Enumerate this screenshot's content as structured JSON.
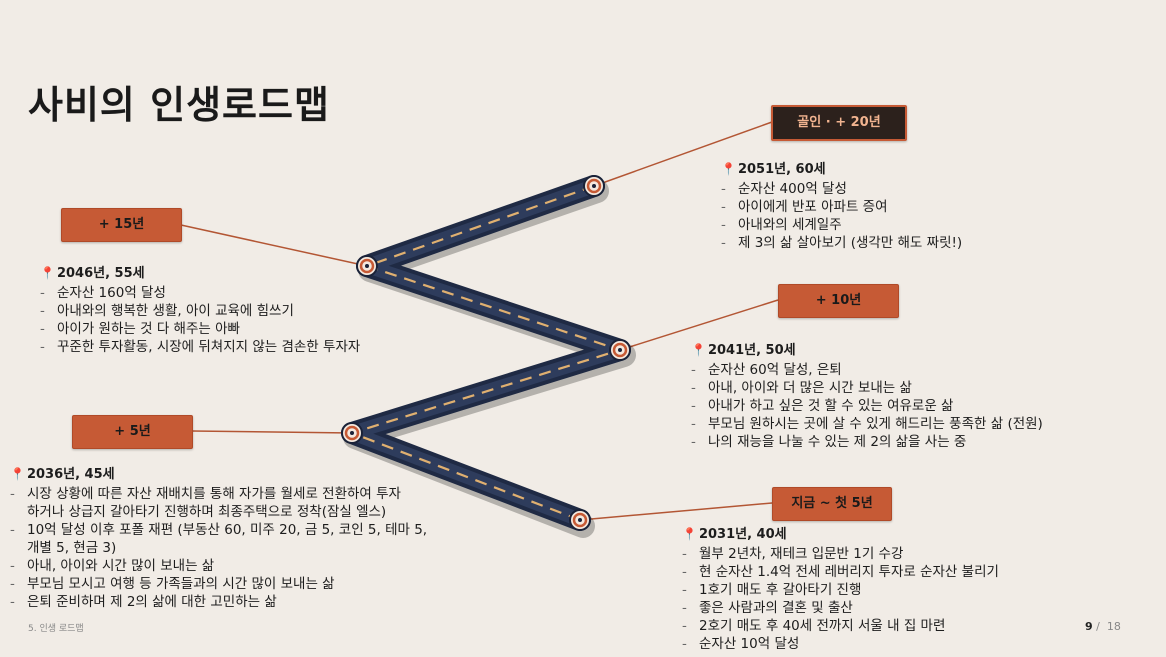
{
  "title": "사비의 인생로드맵",
  "footer": {
    "section": "5. 인생 로드맵",
    "page": "9",
    "sep": "/",
    "total": "18"
  },
  "colors": {
    "accent": "#c65a35",
    "road": "#1f2a44",
    "dash": "#e0b070",
    "background": "#f1ece6"
  },
  "milestones": [
    {
      "tag": "지금 ~ 첫 5년",
      "header": "2031년, 40세",
      "items": [
        "월부 2년차, 재테크 입문반 1기 수강",
        "현 순자산 1.4억 전세 레버리지 투자로 순자산 불리기",
        " 1호기 매도 후 갈아타기 진행",
        "좋은 사람과의 결혼 및 출산",
        "2호기 매도 후 40세 전까지 서울 내 집 마련",
        "순자산 10억 달성"
      ]
    },
    {
      "tag": "+ 5년",
      "header": "2036년, 45세",
      "items": [
        "시장 상황에 따른 자산 재배치를 통해 자가를 월세로 전환하여 투자",
        "하거나 상급지 갈아타기 진행하며 최종주택으로 정착(잠실 엘스)",
        "10억 달성 이후 포폴 재편 (부동산 60, 미주 20, 금 5, 코인 5, 테마 5,",
        "개별 5, 현금 3)",
        "아내, 아이와 시간 많이 보내는 삶",
        "부모님 모시고 여행 등 가족들과의 시간 많이 보내는 삶",
        "은퇴 준비하며 제 2의 삶에 대한 고민하는 삶"
      ]
    },
    {
      "tag": "+ 10년",
      "header": "2041년, 50세",
      "items": [
        "순자산 60억 달성, 은퇴",
        "아내, 아이와 더 많은 시간 보내는 삶",
        "아내가 하고 싶은 것 할 수 있는 여유로운 삶",
        "부모님 원하시는 곳에 살 수 있게 해드리는 풍족한 삶 (전원)",
        "나의 재능을 나눌 수 있는 제 2의 삶을 사는 중"
      ]
    },
    {
      "tag": "+ 15년",
      "header": "2046년, 55세",
      "items": [
        "순자산 160억 달성",
        "아내와의 행복한 생활, 아이 교육에 힘쓰기",
        "아이가 원하는 것 다 해주는 아빠",
        "꾸준한 투자활동, 시장에 뒤쳐지지 않는 겸손한 투자자"
      ]
    },
    {
      "tag": "골인 · + 20년",
      "header": "2051년, 60세",
      "items": [
        "순자산 400억 달성",
        "아이에게 반포 아파트 증여",
        "아내와의 세계일주",
        "제 3의 삶 살아보기 (생각만 해도 짜릿!)"
      ]
    }
  ]
}
